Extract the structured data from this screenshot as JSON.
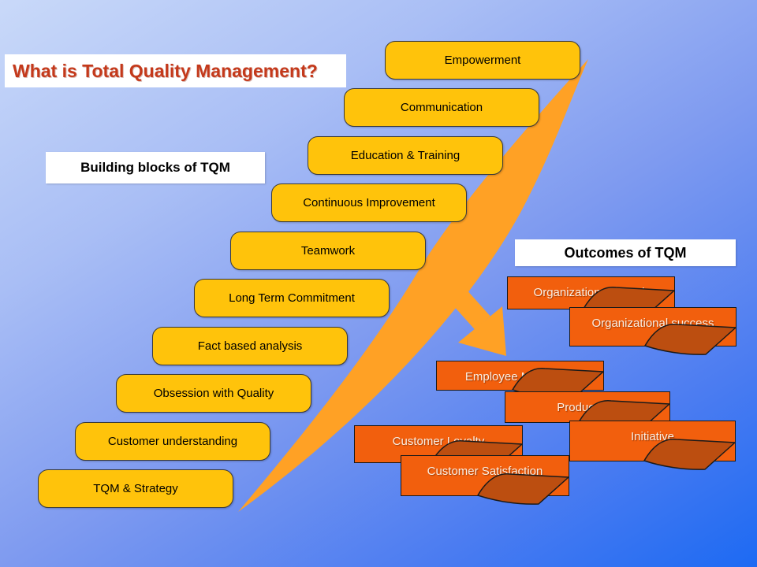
{
  "title": "What is Total Quality Management?",
  "section_labels": {
    "building_blocks": "Building blocks of TQM",
    "outcomes": "Outcomes of TQM"
  },
  "building_blocks": [
    {
      "label": "Empowerment"
    },
    {
      "label": "Communication"
    },
    {
      "label": "Education & Training"
    },
    {
      "label": "Continuous Improvement"
    },
    {
      "label": "Teamwork"
    },
    {
      "label": "Long Term Commitment"
    },
    {
      "label": "Fact based analysis"
    },
    {
      "label": "Obsession with Quality"
    },
    {
      "label": "Customer understanding"
    },
    {
      "label": "TQM & Strategy"
    }
  ],
  "outcomes": [
    {
      "label": "Organizational growth"
    },
    {
      "label": "Organizational success"
    },
    {
      "label": "Employee Motivation"
    },
    {
      "label": "Productivity"
    },
    {
      "label": "Customer Loyalty"
    },
    {
      "label": "Initiative"
    },
    {
      "label": "Customer Satisfaction"
    }
  ],
  "colors": {
    "background_top_left": "#C9D9F9",
    "background_bottom_right": "#1D6AF3",
    "block_fill": "#FFC30B",
    "block_border": "#3A3A3A",
    "arrow": "#FFA125",
    "outcome_fill": "#F25F0D",
    "outcome_fold": "#BC4E10",
    "title_text": "#C4391B",
    "label_bar_background": "#FFFFFF"
  }
}
